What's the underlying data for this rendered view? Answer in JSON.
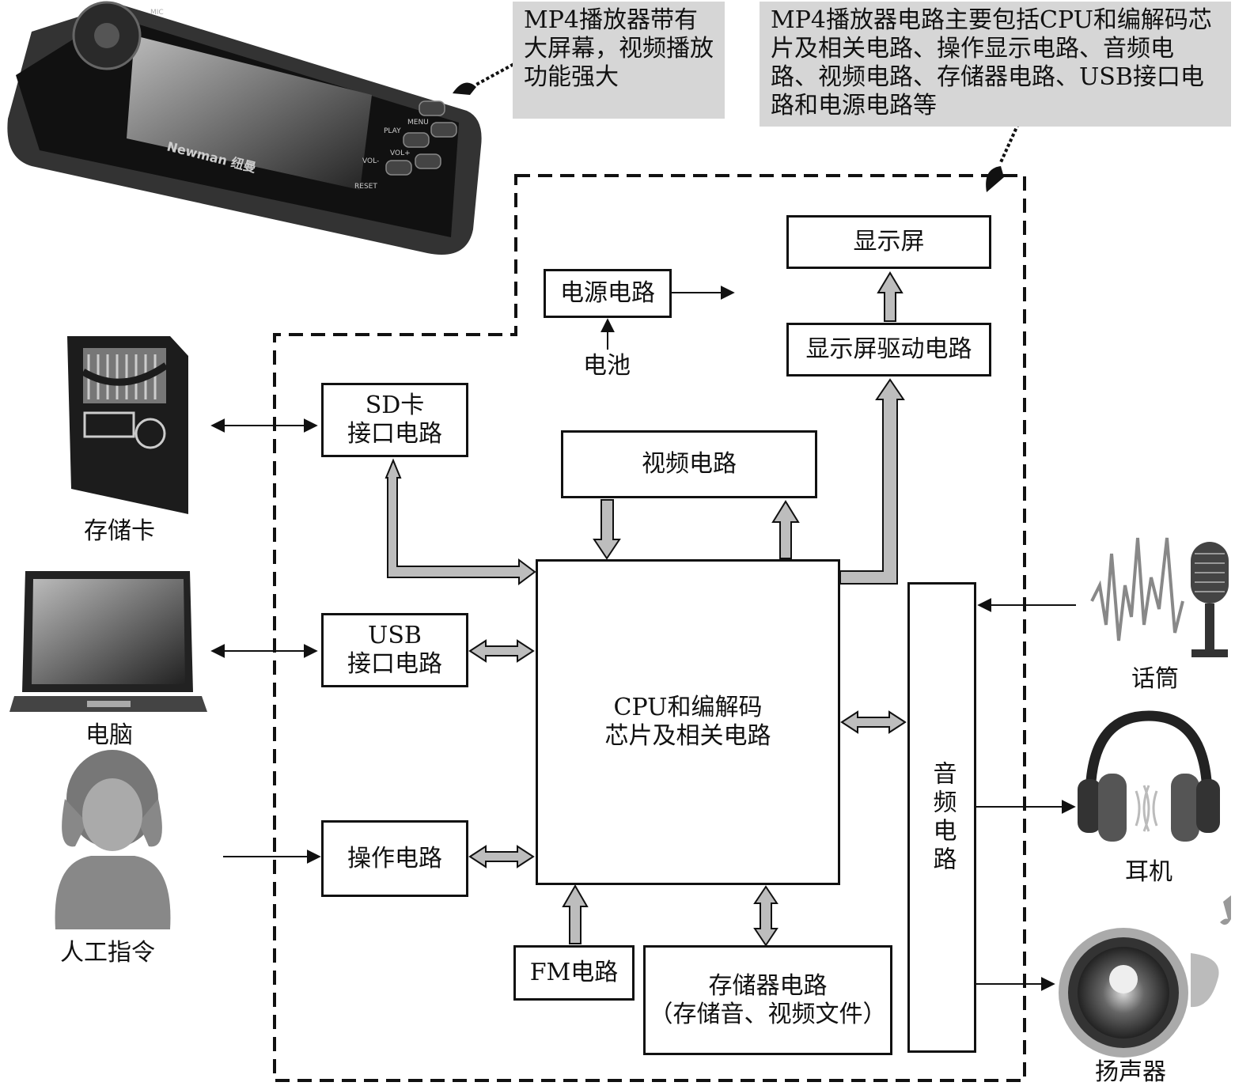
{
  "callouts": {
    "screen": "MP4播放器带有大屏幕，视频播放功能强大",
    "circuit": "MP4播放器电路主要包括CPU和编解码芯片及相关电路、操作显示电路、音频电路、视频电路、存储器电路、USB接口电路和电源电路等"
  },
  "device": {
    "brand": "Newman 纽曼",
    "buttons": [
      "MENU",
      "PLAY",
      "VOL+",
      "VOL-",
      "RESET"
    ],
    "mic": "MIC"
  },
  "blocks": {
    "display": "显示屏",
    "display_driver": "显示屏驱动电路",
    "power": "电源电路",
    "battery": "电池",
    "sd_line1": "SD卡",
    "sd_line2": "接口电路",
    "video": "视频电路",
    "usb_line1": "USB",
    "usb_line2": "接口电路",
    "cpu_line1": "CPU和编解码",
    "cpu_line2": "芯片及相关电路",
    "operation": "操作电路",
    "fm": "FM电路",
    "storage_line1": "存储器电路",
    "storage_line2": "（存储音、视频文件）",
    "audio": "音频电路"
  },
  "peripherals": {
    "card": "存储卡",
    "computer": "电脑",
    "human": "人工指令",
    "mic": "话筒",
    "headphones": "耳机",
    "speaker": "扬声器"
  }
}
